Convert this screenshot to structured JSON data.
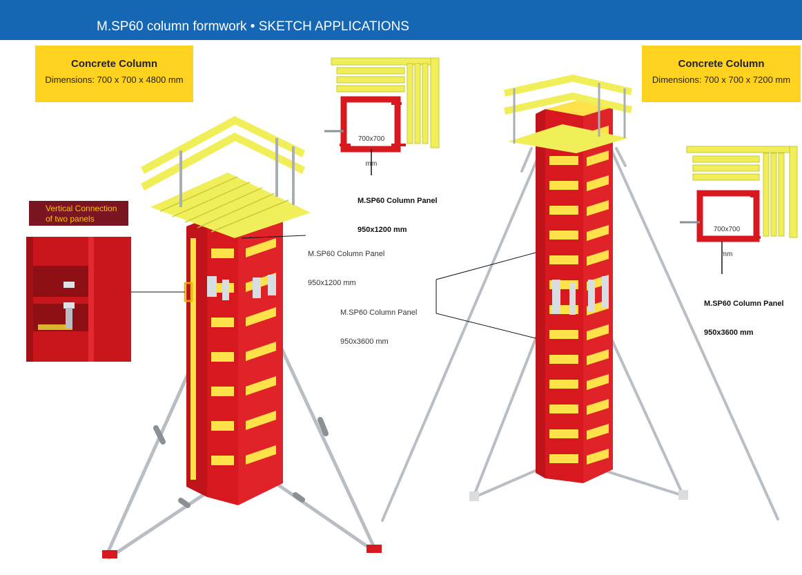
{
  "header": {
    "title": "M.SP60 column formwork • SKETCH APPLICATIONS",
    "color": "#1566b3"
  },
  "left_box": {
    "title": "Concrete Column",
    "dims": "Dimensions: 700 x 700 x 4800 mm"
  },
  "right_box": {
    "title": "Concrete Column",
    "dims": "Dimensions: 700 x 700 x 7200 mm"
  },
  "vertical_connection": {
    "line1": "Vertical Connection",
    "line2": "of two panels"
  },
  "left_panel_label": {
    "line1": "M.SP60 Column Panel",
    "line2": "950x1200 mm"
  },
  "middle_panel_label": {
    "line1": "M.SP60 Column Panel",
    "line2": "950x3600 mm"
  },
  "top_plan": {
    "dim_line1": "700x700",
    "dim_line2": "mm",
    "label_line1": "M.SP60 Column Panel",
    "label_line2": "950x1200 mm"
  },
  "right_plan": {
    "dim_line1": "700x700",
    "dim_line2": "mm",
    "label_line1": "M.SP60 Column Panel",
    "label_line2": "950x3600 mm"
  },
  "colors": {
    "panel_red": "#d7191f",
    "panel_yellow": "#ffe24a",
    "deck_yellow": "#f0ef5a",
    "box_yellow": "#ffd21f",
    "prop_grey": "#b8bec4"
  }
}
